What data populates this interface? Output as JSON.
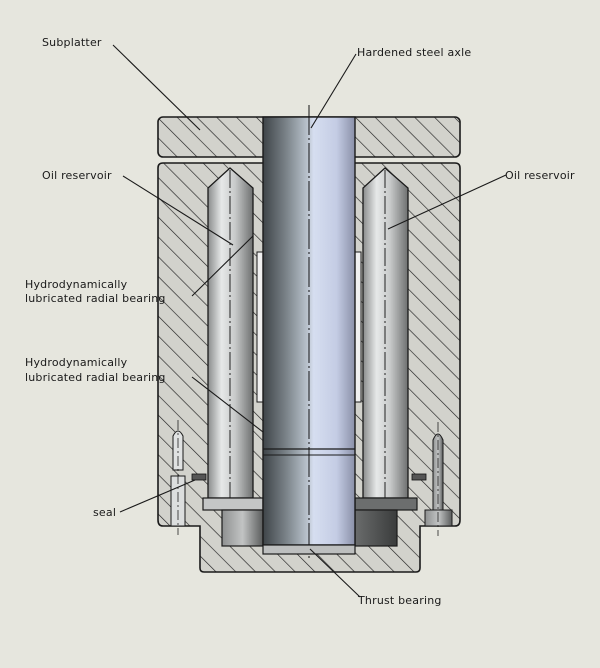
{
  "diagram": {
    "title": "Hydrodynamic bearing spindle cross-section",
    "labels": {
      "subplatter": "Subplatter",
      "axle": "Hardened steel axle",
      "oil_reservoir_left": "Oil reservoir",
      "oil_reservoir_right": "Oil reservoir",
      "radial_bearing_upper_line1": "Hydrodynamically",
      "radial_bearing_upper_line2": "lubricated radial bearing",
      "radial_bearing_lower_line1": "Hydrodynamically",
      "radial_bearing_lower_line2": "lubricated radial bearing",
      "seal": "seal",
      "thrust_bearing": "Thrust bearing"
    },
    "colors": {
      "background": "#e6e6de",
      "hatch_fill": "#d2d2cc",
      "outline": "#1a1a1a"
    }
  }
}
